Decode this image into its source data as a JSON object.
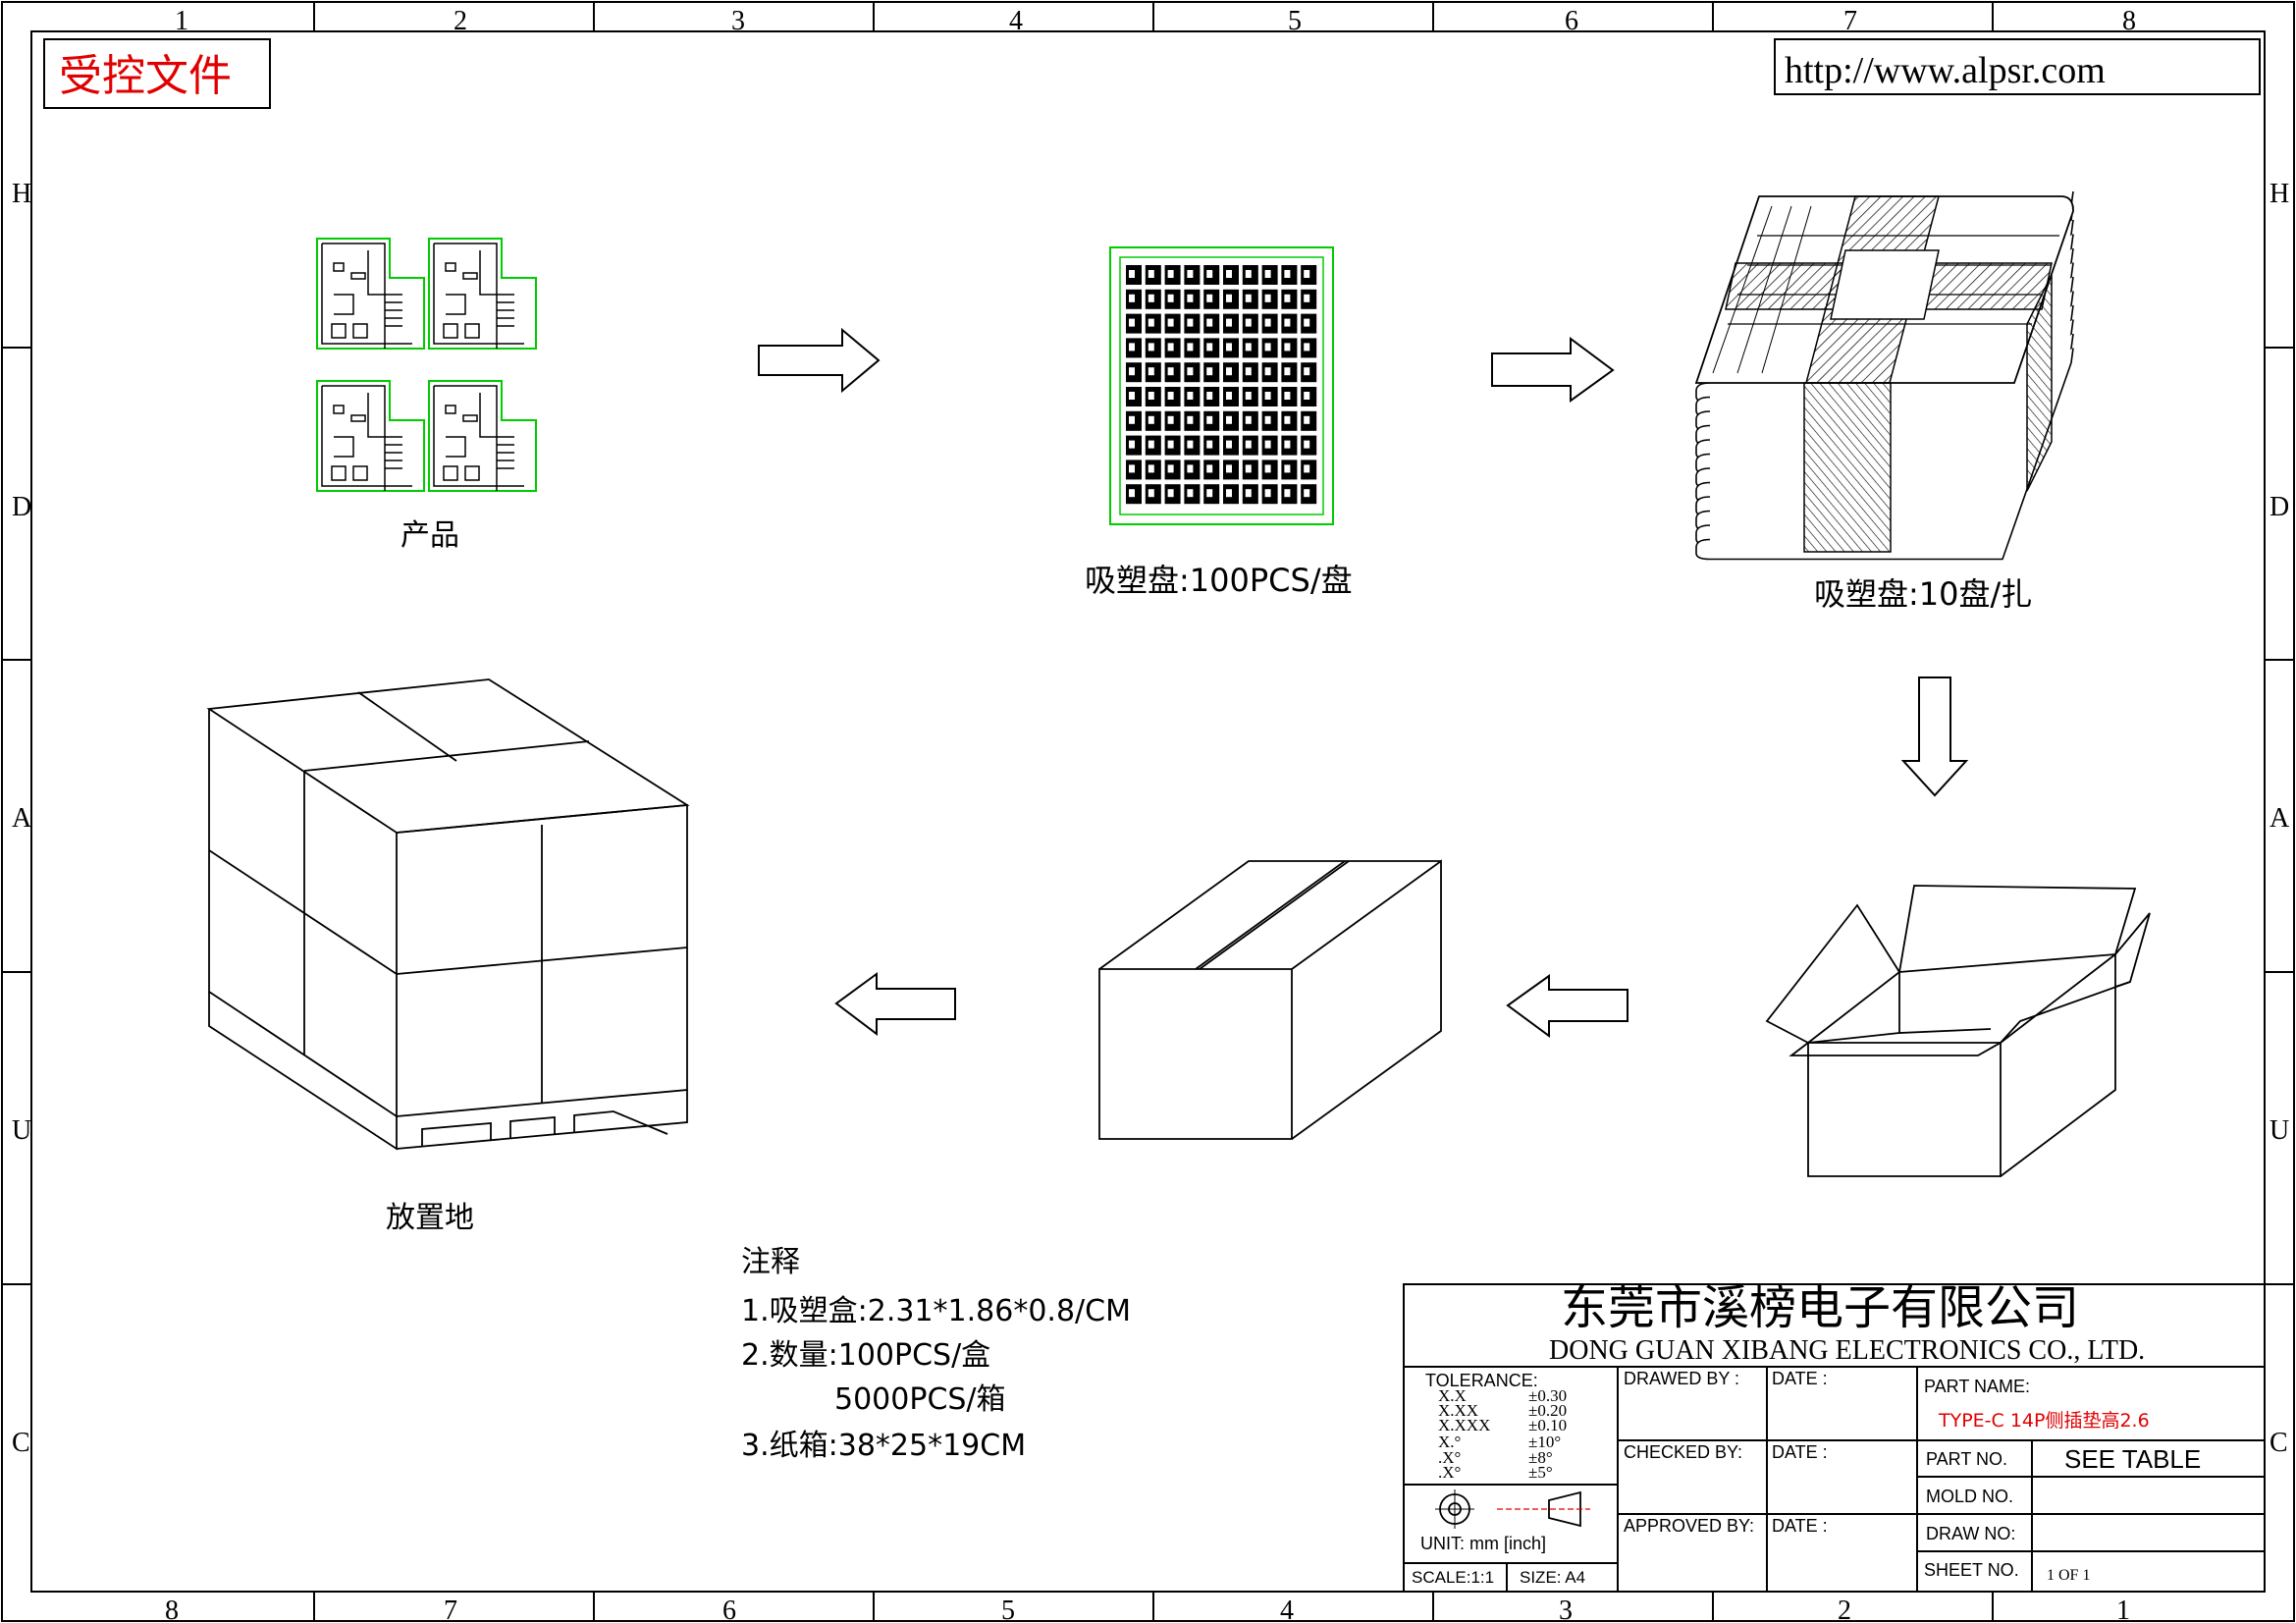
{
  "stamp": {
    "text": "受控文件",
    "color": "#e00000"
  },
  "url": "http://www.alpsr.com",
  "border": {
    "top_numbers": [
      "1",
      "2",
      "3",
      "4",
      "5",
      "6",
      "7",
      "8"
    ],
    "bottom_numbers": [
      "8",
      "7",
      "6",
      "5",
      "4",
      "3",
      "2",
      "1"
    ],
    "side_letters": [
      "H",
      "D",
      "A",
      "U",
      "C"
    ]
  },
  "flow": {
    "product_label": "产品",
    "tray_label": "吸塑盘:100PCS/盘",
    "bundle_label": "吸塑盘:10盘/扎",
    "pallet_label": "放置地"
  },
  "notes": {
    "heading": "注释",
    "lines": [
      "1.吸塑盒:2.31*1.86*0.8/CM",
      "2.数量:100PCS/盒",
      "5000PCS/箱",
      "3.纸箱:38*25*19CM"
    ]
  },
  "title_block": {
    "company_cn": "东莞市溪榜电子有限公司",
    "company_en": "DONG GUAN XIBANG ELECTRONICS CO., LTD.",
    "tolerance_label": "TOLERANCE:",
    "tolerance_rows": [
      [
        "X.X",
        "±0.30"
      ],
      [
        "X.XX",
        "±0.20"
      ],
      [
        "X.XXX",
        "±0.10"
      ],
      [
        "X.°",
        "±10°"
      ],
      [
        ".X°",
        "±8°"
      ],
      [
        ".X°",
        "±5°"
      ]
    ],
    "unit": "UNIT:  mm  [inch]",
    "scale": "SCALE:1:1",
    "size": "SIZE:  A4",
    "drawed_by": "DRAWED BY :",
    "checked_by": "CHECKED BY:",
    "approved_by": "APPROVED BY:",
    "date": "DATE :",
    "part_name_label": "PART NAME:",
    "part_name_value": "TYPE-C 14P侧插垫高2.6",
    "part_no_label": "PART NO.",
    "part_no_value": "SEE TABLE",
    "mold_no_label": "MOLD NO.",
    "draw_no_label": "DRAW NO:",
    "sheet_no_label": "SHEET NO.",
    "sheet_no_value": "1 OF 1",
    "accent_color": "#e00000"
  },
  "colors": {
    "line": "#000000",
    "part_outline": "#00cc00",
    "red": "#e00000"
  }
}
